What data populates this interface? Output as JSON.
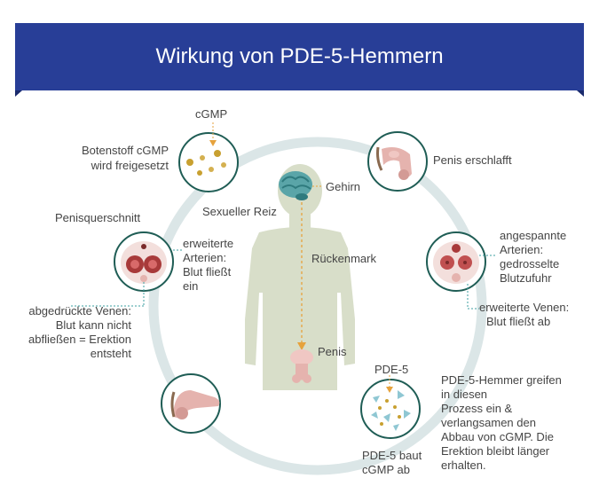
{
  "title": "Wirkung von PDE-5-Hemmern",
  "labels": {
    "cgmp": "cGMP",
    "botenstoff_1": "Botenstoff cGMP",
    "botenstoff_2": "wird freigesetzt",
    "penisquerschnitt": "Penisquerschnitt",
    "erweiterte_art_1": "erweiterte",
    "erweiterte_art_2": "Arterien:",
    "erweiterte_art_3": "Blut fließt",
    "erweiterte_art_4": "ein",
    "abgedrueckt_1": "abgedrückte Venen:",
    "abgedrueckt_2": "Blut kann nicht",
    "abgedrueckt_3": "abfließen = Erektion",
    "abgedrueckt_4": "entsteht",
    "sexueller_reiz": "Sexueller Reiz",
    "gehirn": "Gehirn",
    "rueckenmark": "Rückenmark",
    "penis": "Penis",
    "penis_erschlafft": "Penis erschlafft",
    "angespannte_1": "angespannte",
    "angespannte_2": "Arterien:",
    "angespannte_3": "gedrosselte",
    "angespannte_4": "Blutzufuhr",
    "erw_venen_1": "erweiterte Venen:",
    "erw_venen_2": "Blut fließt ab",
    "pde5": "PDE-5",
    "pde5_baut_1": "PDE-5 baut",
    "pde5_baut_2": "cGMP ab",
    "hemmer_1": "PDE-5-Hemmer greifen",
    "hemmer_2": "in diesen",
    "hemmer_3": "Prozess ein &",
    "hemmer_4": "verlangsamen den",
    "hemmer_5": "Abbau von cGMP. Die",
    "hemmer_6": "Erektion bleibt länger",
    "hemmer_7": "erhalten."
  },
  "colors": {
    "banner": "#283e97",
    "ring": "#dbe6e7",
    "node_border": "#1f5d55",
    "body": "#d8dec9",
    "accent": "#e6a23c",
    "teal": "#3d9fa2",
    "pink": "#e5b3ae",
    "red": "#b24a4a"
  }
}
